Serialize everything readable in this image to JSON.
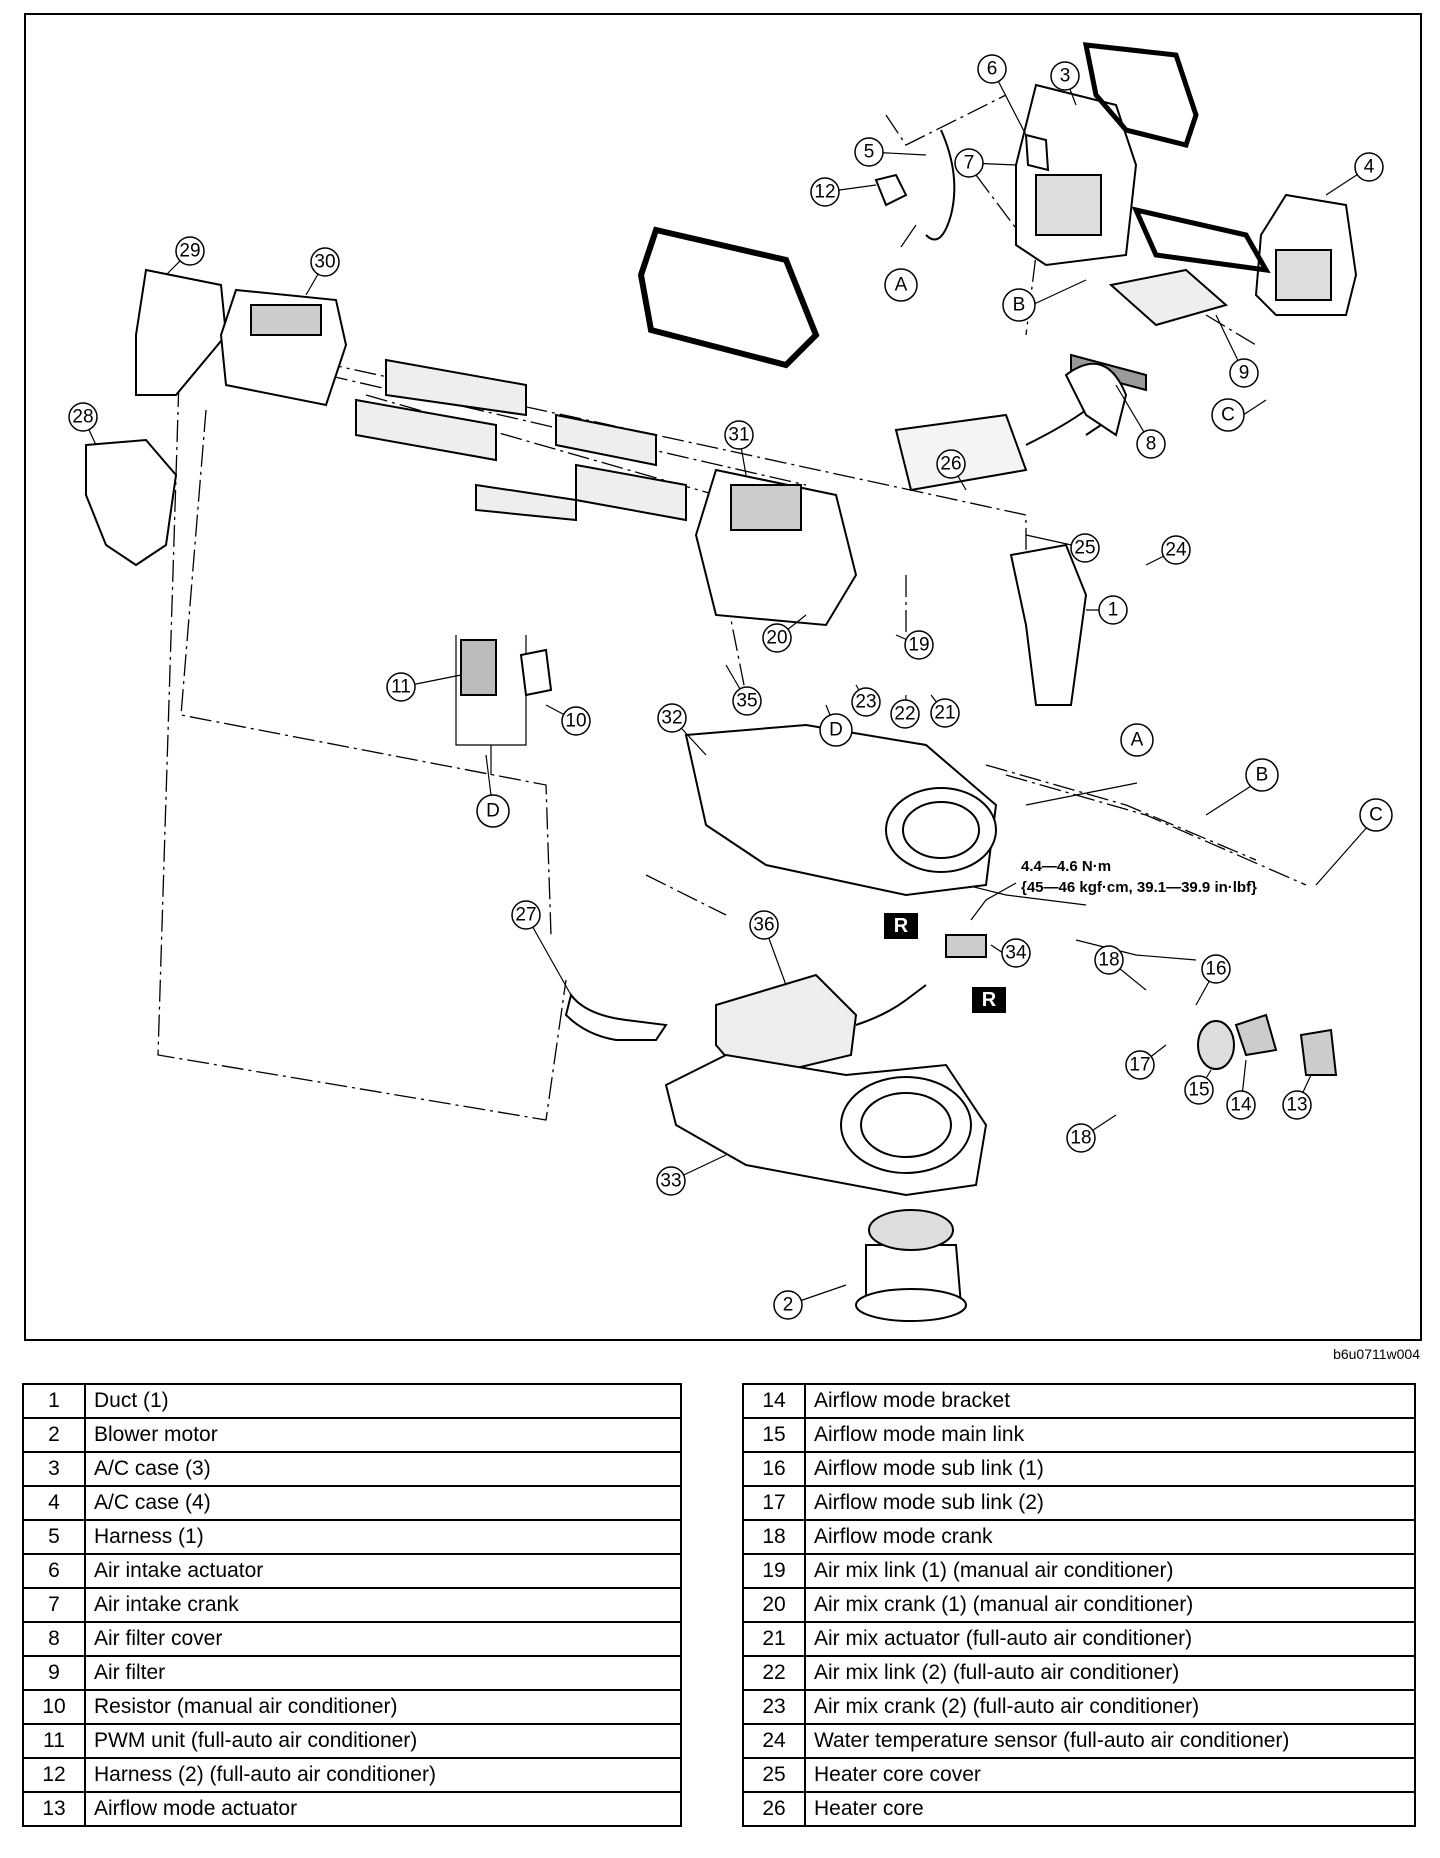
{
  "diagram": {
    "image_code": "b6u0711w004",
    "torque_spec": {
      "line1": "4.4—4.6 N·m",
      "line2": "{45—46 kgf·cm, 39.1—39.9 in·lbf}"
    },
    "r_badge": "R",
    "callouts": [
      "1",
      "2",
      "3",
      "4",
      "5",
      "6",
      "7",
      "8",
      "9",
      "10",
      "11",
      "12",
      "13",
      "14",
      "15",
      "16",
      "17",
      "18",
      "18",
      "19",
      "20",
      "21",
      "22",
      "23",
      "24",
      "25",
      "26",
      "27",
      "28",
      "29",
      "30",
      "31",
      "32",
      "33",
      "34",
      "35",
      "36"
    ],
    "connectors": [
      "A",
      "A",
      "B",
      "B",
      "C",
      "C",
      "D",
      "D"
    ]
  },
  "legend": {
    "left": [
      {
        "num": "1",
        "desc": "Duct (1)"
      },
      {
        "num": "2",
        "desc": "Blower motor"
      },
      {
        "num": "3",
        "desc": "A/C case (3)"
      },
      {
        "num": "4",
        "desc": "A/C case (4)"
      },
      {
        "num": "5",
        "desc": "Harness (1)"
      },
      {
        "num": "6",
        "desc": "Air intake actuator"
      },
      {
        "num": "7",
        "desc": "Air intake crank"
      },
      {
        "num": "8",
        "desc": "Air filter cover"
      },
      {
        "num": "9",
        "desc": "Air filter"
      },
      {
        "num": "10",
        "desc": "Resistor (manual air conditioner)"
      },
      {
        "num": "11",
        "desc": "PWM unit (full-auto air conditioner)"
      },
      {
        "num": "12",
        "desc": "Harness (2) (full-auto air conditioner)"
      },
      {
        "num": "13",
        "desc": "Airflow mode actuator"
      }
    ],
    "right": [
      {
        "num": "14",
        "desc": "Airflow mode bracket"
      },
      {
        "num": "15",
        "desc": "Airflow mode main link"
      },
      {
        "num": "16",
        "desc": "Airflow mode sub link (1)"
      },
      {
        "num": "17",
        "desc": "Airflow mode sub link (2)"
      },
      {
        "num": "18",
        "desc": "Airflow mode crank"
      },
      {
        "num": "19",
        "desc": "Air mix link (1) (manual air conditioner)"
      },
      {
        "num": "20",
        "desc": "Air mix crank (1) (manual air conditioner)"
      },
      {
        "num": "21",
        "desc": "Air mix actuator (full-auto air conditioner)"
      },
      {
        "num": "22",
        "desc": "Air mix link (2) (full-auto air conditioner)"
      },
      {
        "num": "23",
        "desc": "Air mix crank (2) (full-auto air conditioner)"
      },
      {
        "num": "24",
        "desc": "Water temperature sensor (full-auto air conditioner)"
      },
      {
        "num": "25",
        "desc": "Heater core cover"
      },
      {
        "num": "26",
        "desc": "Heater core"
      }
    ]
  }
}
